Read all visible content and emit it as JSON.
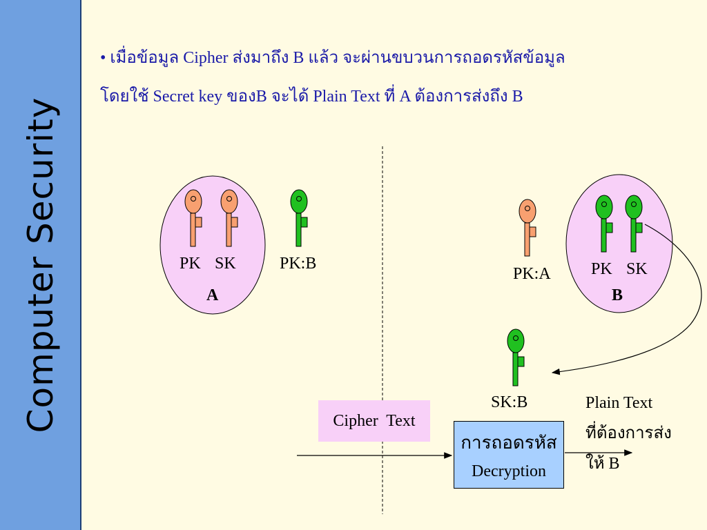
{
  "sidebar": {
    "title": "Computer Security"
  },
  "bullet": {
    "marker": "•",
    "line1": "เมื่อข้อมูล Cipher ส่งมาถึง B แล้ว  จะผ่านขบวนการถอดรหัสข้อมูล",
    "line2": "โดยใช้  Secret key ของB จะได้ Plain Text ที่ A ต้องการส่งถึง B"
  },
  "party_a": {
    "pk_label": "PK",
    "sk_label": "SK",
    "name": "A"
  },
  "party_b": {
    "pk_label": "PK",
    "sk_label": "SK",
    "name": "B"
  },
  "key_pk_b": {
    "label": "PK:B"
  },
  "key_pk_a": {
    "label": "PK:A"
  },
  "key_sk_b": {
    "label": "SK:B"
  },
  "cipher_box": {
    "label": "Cipher  Text"
  },
  "decrypt_box": {
    "thai": "การถอดรหัส",
    "english": "Decryption"
  },
  "plain_text": {
    "line1": "Plain Text",
    "line2": "ที่ต้องการส่ง",
    "line3": "ให้ B"
  },
  "colors": {
    "sidebar": "#6fa0e0",
    "background": "#fffbe3",
    "bullet_text": "#1a1aa8",
    "ellipse_fill": "#f8d0f8",
    "key_orange": "#f8a070",
    "key_green": "#20c020",
    "decrypt_fill": "#a8d0ff"
  }
}
